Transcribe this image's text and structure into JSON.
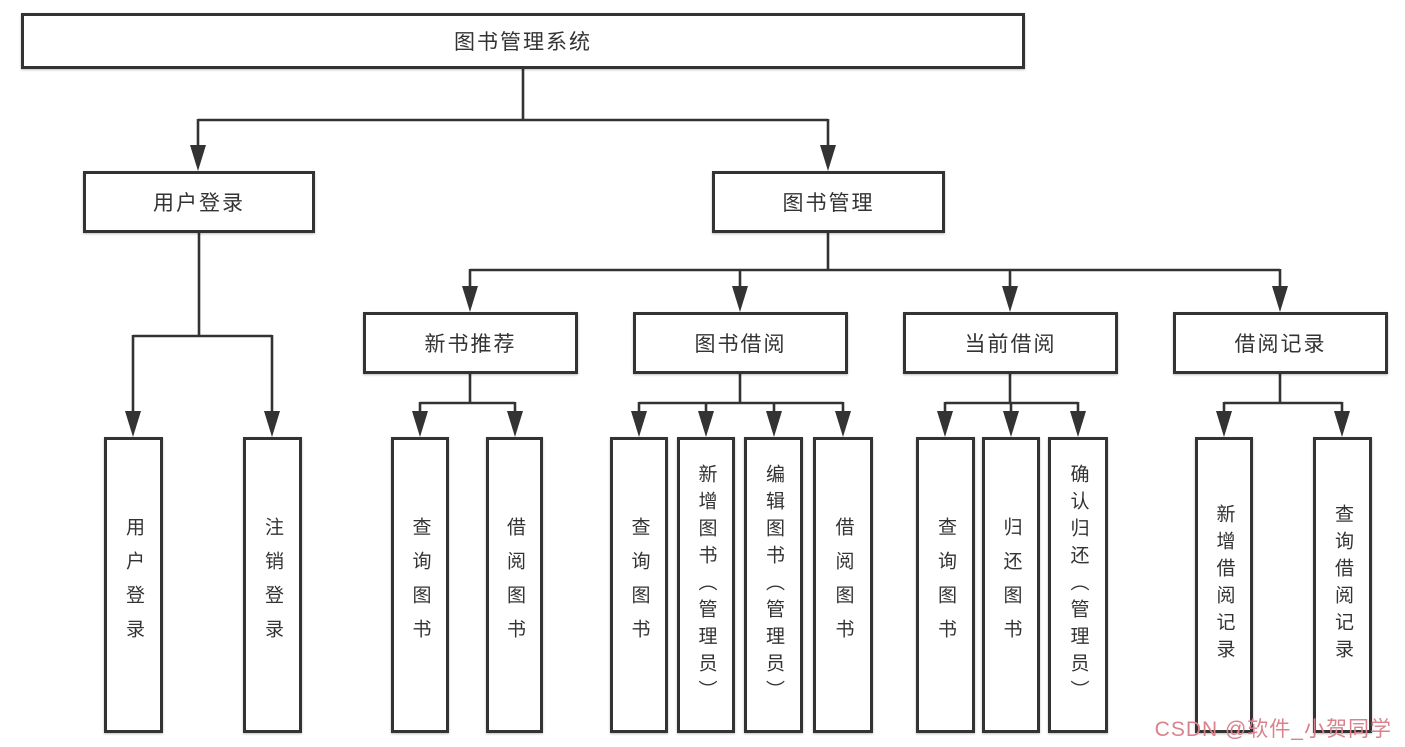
{
  "diagram": {
    "root": {
      "label": "图书管理系统"
    },
    "level2": [
      {
        "label": "用户登录"
      },
      {
        "label": "图书管理"
      }
    ],
    "level3": [
      {
        "label": "新书推荐"
      },
      {
        "label": "图书借阅"
      },
      {
        "label": "当前借阅"
      },
      {
        "label": "借阅记录"
      }
    ],
    "leaves": [
      {
        "label": "用户登录"
      },
      {
        "label": "注销登录"
      },
      {
        "label": "查询图书"
      },
      {
        "label": "借阅图书"
      },
      {
        "label": "查询图书"
      },
      {
        "label": "新增图书（管理员）"
      },
      {
        "label": "编辑图书（管理员）"
      },
      {
        "label": "借阅图书"
      },
      {
        "label": "查询图书"
      },
      {
        "label": "归还图书"
      },
      {
        "label": "确认归还（管理员）"
      },
      {
        "label": "新增借阅记录"
      },
      {
        "label": "查询借阅记录"
      }
    ],
    "watermark": "CSDN @软件_小贺同学",
    "colors": {
      "line": "#333333",
      "box_border": "#333333",
      "box_fill": "#ffffff",
      "text": "#333333",
      "watermark": "#d9828c",
      "background": "#ffffff"
    }
  }
}
